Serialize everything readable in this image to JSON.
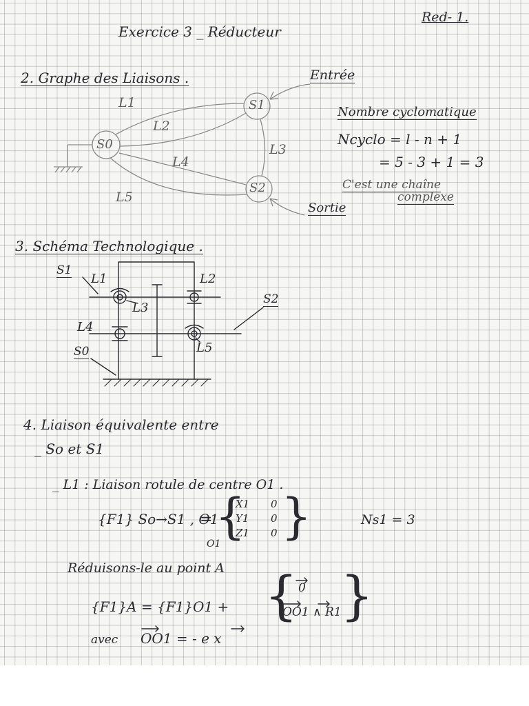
{
  "header": {
    "page_ref": "Red- 1.",
    "title": "Exercice 3 _ Réducteur"
  },
  "section2": {
    "heading": "2. Graphe des Liaisons .",
    "nodes": [
      "S1",
      "S0",
      "S2"
    ],
    "links": [
      "L1",
      "L2",
      "L3",
      "L4",
      "L5"
    ],
    "input_label": "Entrée",
    "output_label": "Sortie",
    "cyclo_title": "Nombre cyclomatique",
    "cyclo_formula": "Ncyclo = l - n + 1",
    "cyclo_value": "= 5 - 3 + 1 = 3",
    "chain_note_1": "C'est une chaîne",
    "chain_note_2": "complexe"
  },
  "section3": {
    "heading": "3. Schéma Technologique .",
    "labels": {
      "s1": "S1",
      "s2": "S2",
      "s0": "S0",
      "l1": "L1",
      "l2": "L2",
      "l3": "L3",
      "l4": "L4",
      "l5": "L5"
    }
  },
  "section4": {
    "heading": "4. Liaison équivalente entre",
    "subheading": "_ So et S1",
    "l1_line": "_ L1 : Liaison rotule de centre O1 .",
    "torsor_left": "{F1} So→S1 , O1",
    "torsor_matrix": [
      [
        "X1",
        "0"
      ],
      [
        "Y1",
        "0"
      ],
      [
        "Z1",
        "0"
      ]
    ],
    "torsor_point": "O1",
    "ns_value": "Ns1 = 3",
    "reduce_text": "Réduisons-le au point A",
    "transport_lhs": "{F1}A = {F1}O1 +",
    "transport_top": "0",
    "transport_bottom": "OO1 ∧ R1",
    "avec_label": "avec",
    "avec_formula": "OO1 = - e x"
  }
}
